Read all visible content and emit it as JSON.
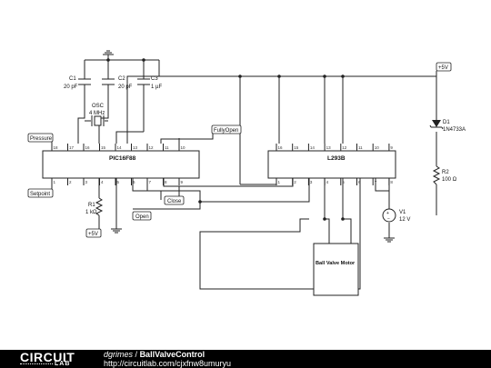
{
  "schematic": {
    "components": {
      "c1": {
        "ref": "C1",
        "value": "20 pF"
      },
      "c2": {
        "ref": "C2",
        "value": "20 pF"
      },
      "c3": {
        "ref": "C3",
        "value": "1 µF"
      },
      "osc": {
        "ref": "OSC",
        "value": "4 MHz"
      },
      "mcu": {
        "name": "PIC16F88"
      },
      "driver": {
        "name": "L293B"
      },
      "r1": {
        "ref": "R1",
        "value": "1 kΩ"
      },
      "d1": {
        "ref": "D1",
        "value": "1N4733A"
      },
      "r2": {
        "ref": "R2",
        "value": "100 Ω"
      },
      "v1": {
        "ref": "V1",
        "value": "12 V"
      },
      "motor": {
        "name": "Ball Valve Motor"
      }
    },
    "labels": {
      "pressure": "Pressure",
      "setpoint": "Setpoint",
      "fully_open": "FullyOpen",
      "close": "Close",
      "open": "Open",
      "vcc_right": "+5V",
      "vcc_bottom": "+5V"
    },
    "pin_numbers": {
      "mcu_top": [
        "18",
        "17",
        "16",
        "15",
        "14",
        "13",
        "12",
        "11",
        "10"
      ],
      "mcu_bottom": [
        "1",
        "2",
        "3",
        "4",
        "5",
        "6",
        "7",
        "8",
        "9"
      ],
      "driver_top": [
        "16",
        "15",
        "14",
        "13",
        "12",
        "11",
        "10",
        "9"
      ],
      "driver_bottom": [
        "1",
        "2",
        "3",
        "4",
        "5",
        "6",
        "7",
        "8"
      ]
    }
  },
  "footer": {
    "logo_main": "CIRCUIT",
    "logo_sub": "LAB",
    "author": "dgrimes",
    "separator": "/",
    "project_title": "BallValveControl",
    "url": "http://circuitlab.com/cjxfnw8umuryu"
  }
}
